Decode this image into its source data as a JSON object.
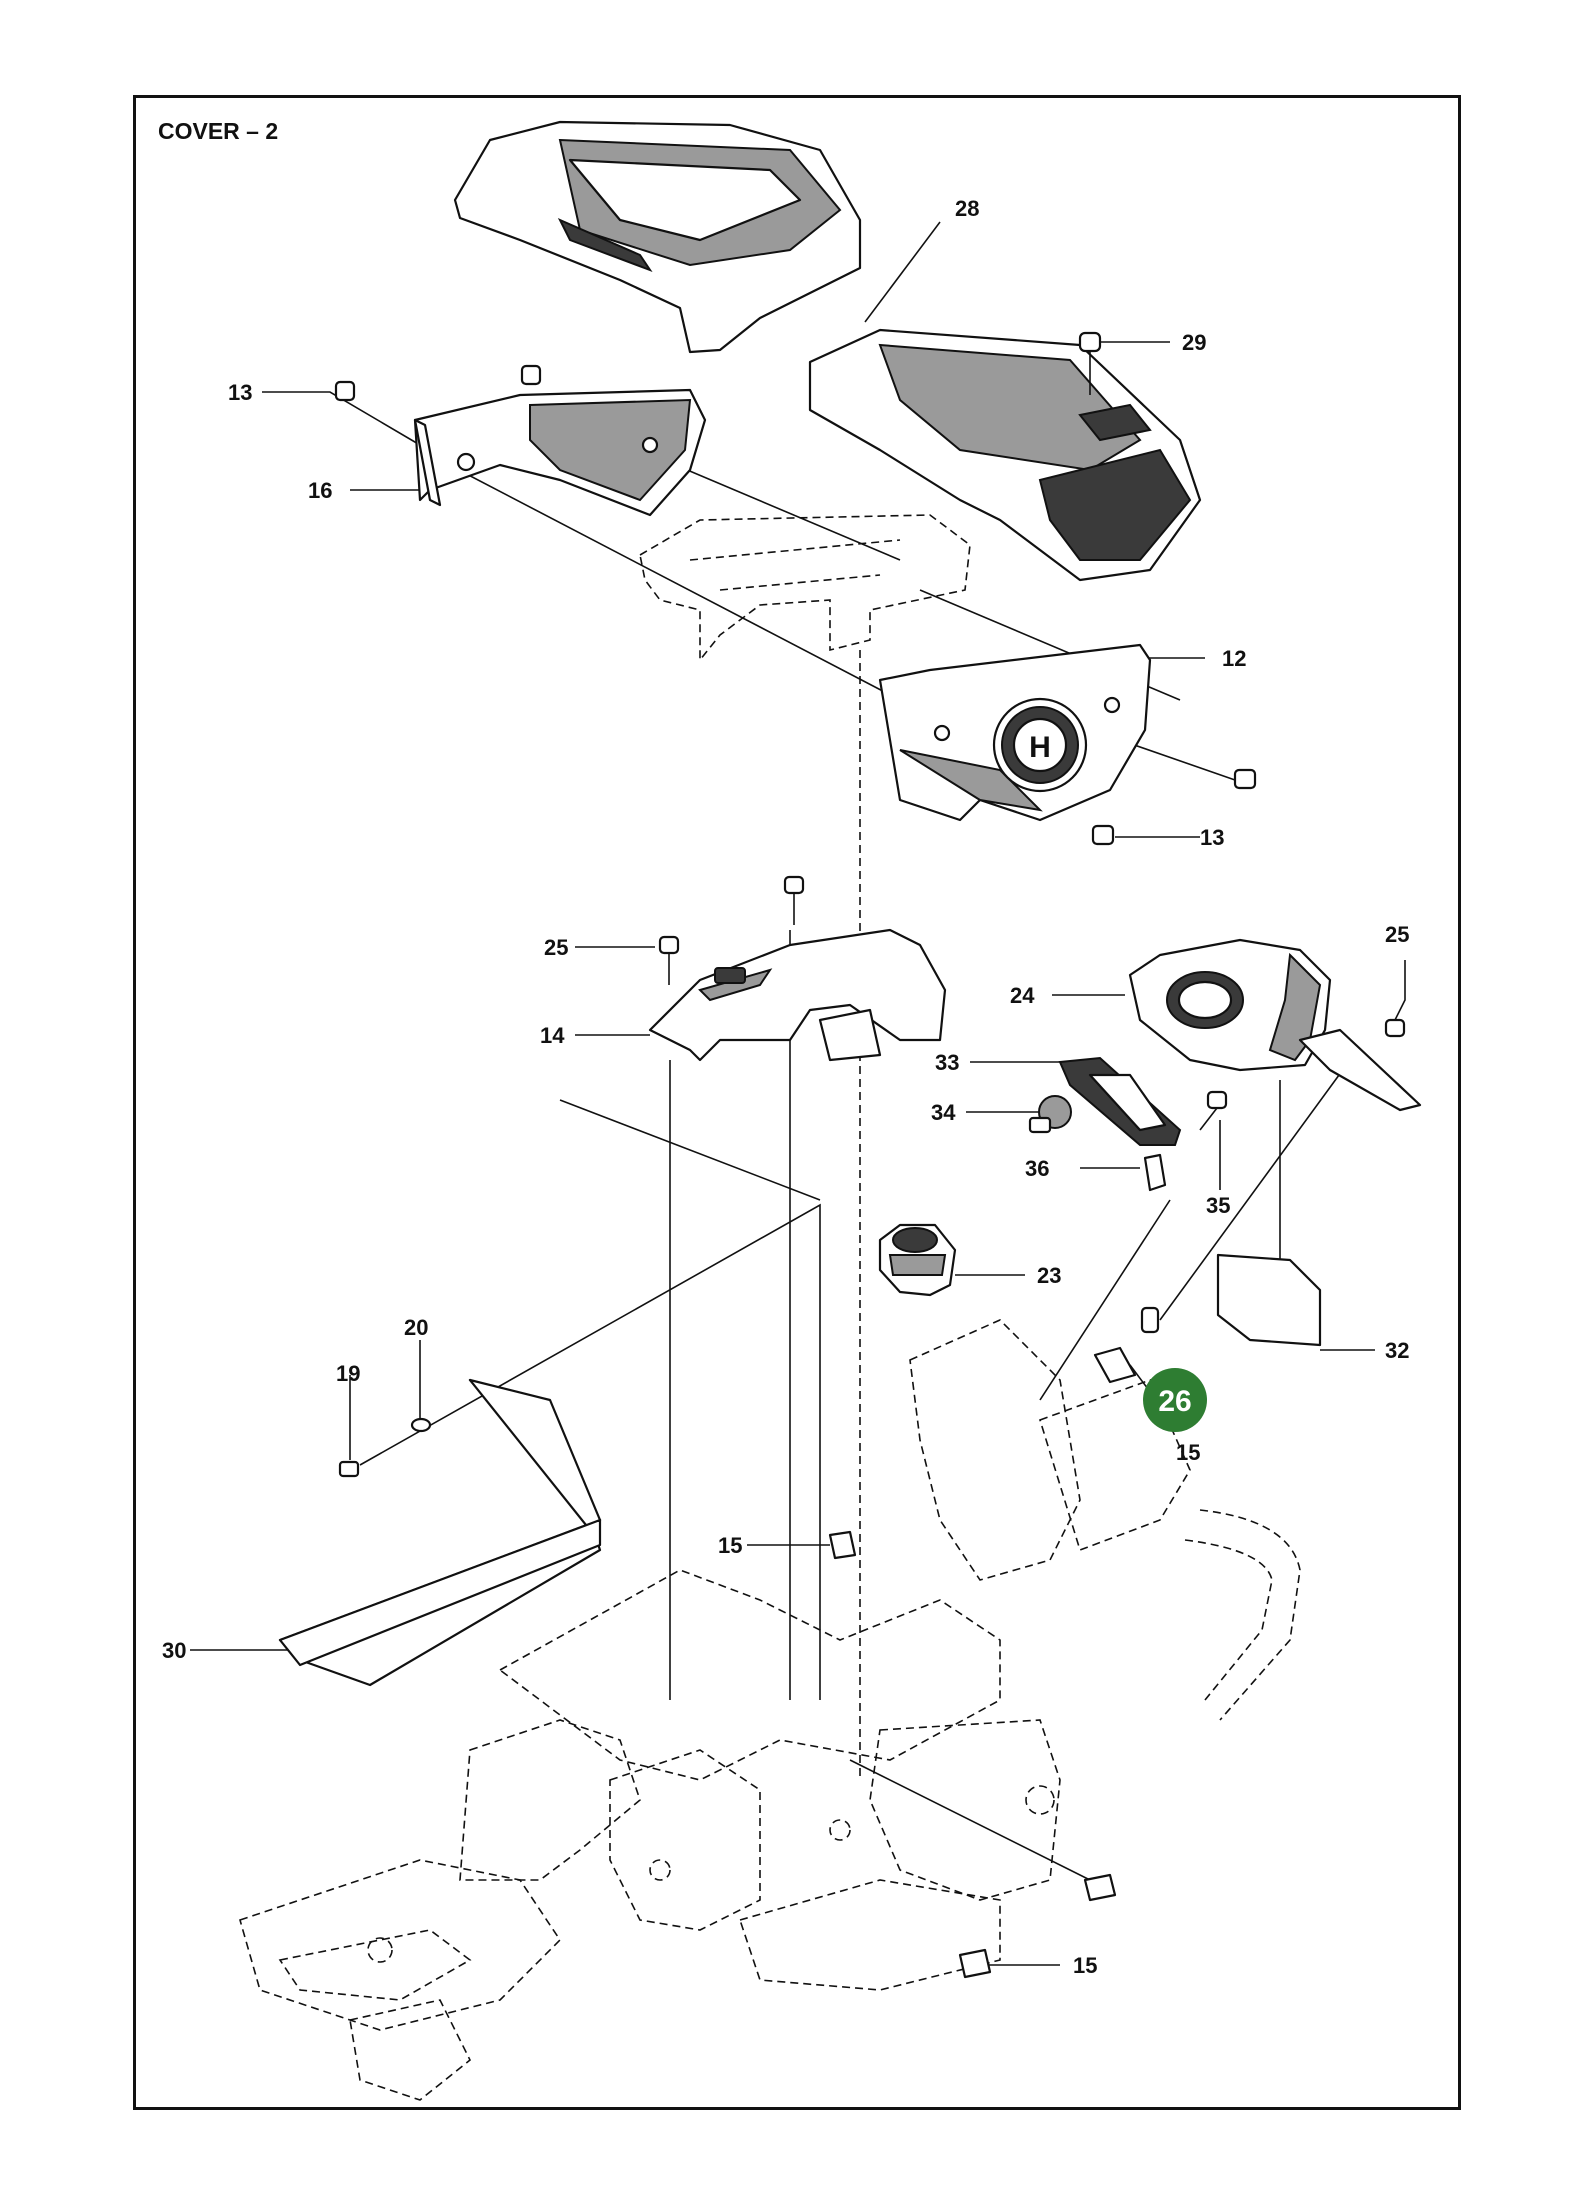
{
  "title": "COVER – 2",
  "highlight_color": "#2e7d32",
  "labels": {
    "p28": "28",
    "p29": "29",
    "p13a": "13",
    "p16": "16",
    "p12": "12",
    "p13b": "13",
    "p25a": "25",
    "p14": "14",
    "p24": "24",
    "p25b": "25",
    "p33": "33",
    "p34": "34",
    "p36": "36",
    "p35": "35",
    "p23": "23",
    "p32": "32",
    "p20": "20",
    "p19": "19",
    "p15a": "15",
    "p15b": "15",
    "p30": "30",
    "p15c": "15",
    "p26": "26"
  }
}
